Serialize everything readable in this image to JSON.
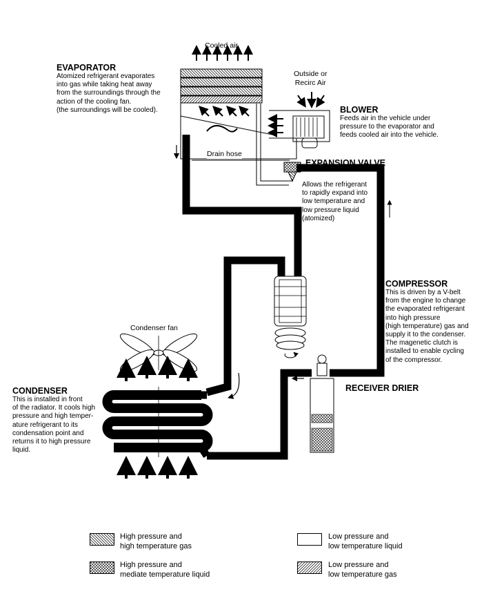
{
  "labels": {
    "cooled_air": "Cooled air",
    "outside_air": "Outside or\nRecirc Air",
    "drain_hose": "Drain hose",
    "condenser_fan": "Condenser fan"
  },
  "components": {
    "evaporator": {
      "title": "EVAPORATOR",
      "desc": "Atomized refrigerant evaporates\ninto gas while taking heat away\nfrom the surroundings through the\naction of the cooling fan.\n(the surroundings will be cooled)."
    },
    "blower": {
      "title": "BLOWER",
      "desc": "Feeds air in the vehicle under\npressure to the evaporator and\nfeeds cooled air into the vehicle."
    },
    "expansion_valve": {
      "title": "EXPANSION VALVE",
      "desc": "Allows the refrigerant\nto rapidly expand into\nlow temperature and\nlow pressure liquid\n(atomized)"
    },
    "compressor": {
      "title": "COMPRESSOR",
      "desc": "This is driven by a V-belt\nfrom the engine to change\nthe evaporated refrigerant\ninto high pressure\n(high temperature) gas and\nsupply it to the condenser.\nThe magenetic clutch is\ninstalled to enable cycling\nof the compressor."
    },
    "condenser": {
      "title": "CONDENSER",
      "desc": "This is installed in front\nof the radiator. It cools high\npressure and high temper-\nature refrigerant to its\ncondensation point and\nreturns it to high pressure\nliquid."
    },
    "receiver_drier": {
      "title": "RECEIVER DRIER"
    }
  },
  "legend": [
    {
      "id": "hp-gas",
      "text": "High pressure and\nhigh temperature gas",
      "pattern": "diagonal-back"
    },
    {
      "id": "lp-liquid",
      "text": "Low pressure and\nlow temperature liquid",
      "pattern": "blank"
    },
    {
      "id": "hp-liquid",
      "text": "High pressure and\nmediate temperature liquid",
      "pattern": "crosshatch"
    },
    {
      "id": "lp-gas",
      "text": "Low pressure and\nlow temperature gas",
      "pattern": "diagonal-forward"
    }
  ]
}
